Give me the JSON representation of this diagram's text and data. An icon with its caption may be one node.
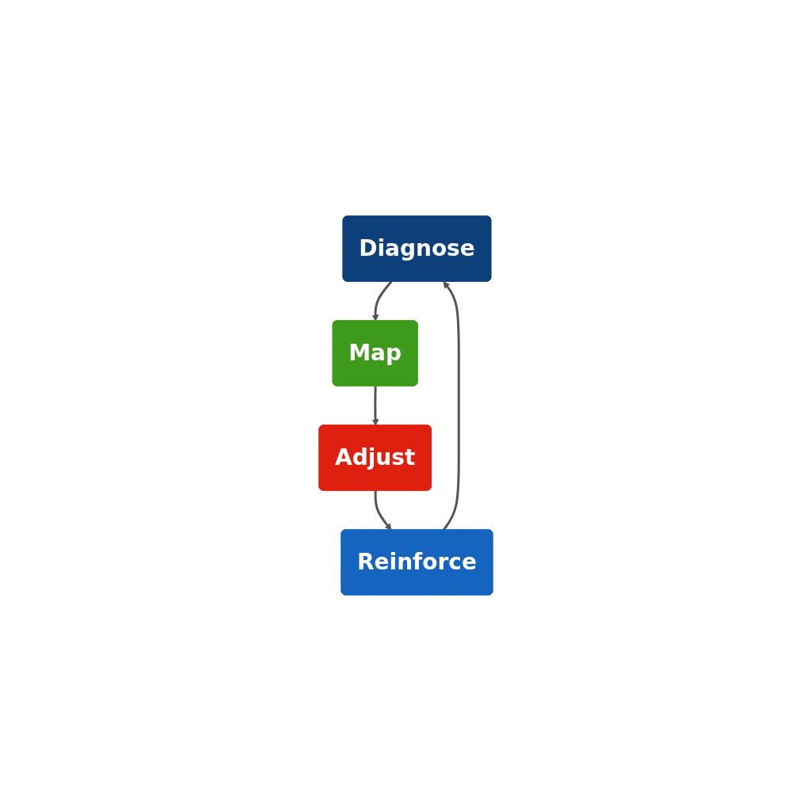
{
  "diagram": {
    "nodes": [
      {
        "text": [
          "Diagnose"
        ]
      },
      {
        "text": [
          "Map"
        ]
      },
      {
        "text": [
          "Adjust"
        ]
      },
      {
        "text": [
          "Reinforce"
        ]
      }
    ],
    "edges": [
      {
        "from": 0,
        "to": 1,
        "arrow": "to"
      },
      {
        "from": 1,
        "to": 2,
        "arrow": "to"
      },
      {
        "from": 2,
        "to": 3,
        "arrow": "to"
      },
      {
        "from": 3,
        "to": 0,
        "arrow": "to"
      }
    ]
  }
}
